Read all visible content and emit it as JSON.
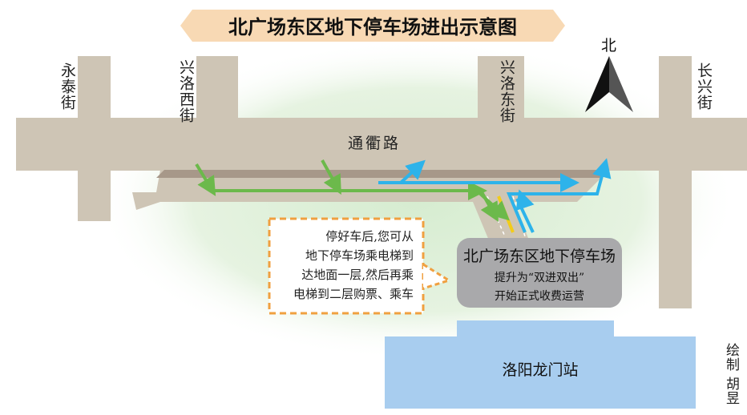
{
  "title": "北广场东区地下停车场进出示意图",
  "north_label": "北",
  "streets": {
    "yongtai": "永泰街",
    "xingluo_west": "兴洛西街",
    "xingluo_east": "兴洛东街",
    "changxing": "长兴街",
    "tongqu": "通衢路"
  },
  "callout": {
    "lines": [
      "停好车后,您可从",
      "地下停车场乘电梯到",
      "达地面一层,然后再乘",
      "电梯到二层购票、乘车"
    ]
  },
  "info_box": {
    "title": "北广场东区地下停车场",
    "line1": "提升为“双进双出”",
    "line2": "开始正式收费运营"
  },
  "station": "洛阳龙门站",
  "credit": {
    "role": "绘制",
    "author": "胡昱"
  },
  "colors": {
    "road": "#cec5b5",
    "ramp_dark": "#a79889",
    "entry_arrow": "#6cb94b",
    "exit_arrow": "#2db3ea",
    "banner": "#f8d9b4",
    "station": "#a8cdef",
    "info_box": "#a9a9ab",
    "callout_border": "#f0a040"
  }
}
